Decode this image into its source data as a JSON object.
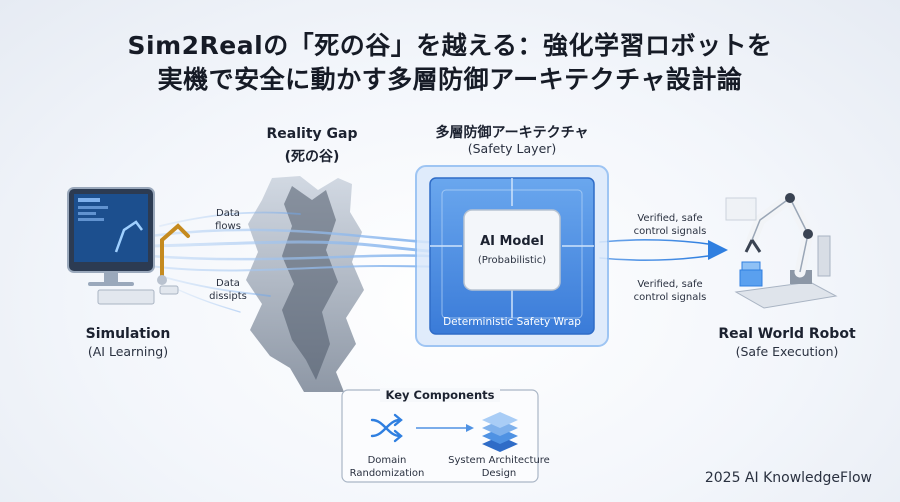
{
  "header": {
    "title_line1": "Sim2Realの「死の谷」を越える：強化学習ロボットを",
    "title_line2": "実機で安全に動かす多層防御アーキテクチャ設計論"
  },
  "simulation": {
    "title": "Simulation",
    "subtitle": "(AI Learning)",
    "flow_top": [
      "Data",
      "flows"
    ],
    "flow_bottom": [
      "Data",
      "dissipts"
    ]
  },
  "gap": {
    "title": "Reality Gap",
    "subtitle": "(死の谷)"
  },
  "safety": {
    "title": "多層防御アーキテクチャ",
    "subtitle": "(Safety Layer)",
    "model_title": "AI Model",
    "model_subtitle": "(Probabilistic)",
    "wrap_label": "Deterministic Safety Wrap"
  },
  "output": {
    "signal_top": [
      "Verified, safe",
      "control signals"
    ],
    "signal_bottom": [
      "Verified, safe",
      "control signals"
    ]
  },
  "robot": {
    "title": "Real World Robot",
    "subtitle": "(Safe Execution)"
  },
  "key_components": {
    "title": "Key Components",
    "left": [
      "Domain",
      "Randomization"
    ],
    "right": [
      "System Architecture",
      "Design"
    ]
  },
  "footer": {
    "credit": "2025 AI KnowledgeFlow"
  },
  "colors": {
    "accent_blue": "#2f7fe0",
    "panel_blue": "#4f92e3",
    "dark_text": "#161b26"
  }
}
